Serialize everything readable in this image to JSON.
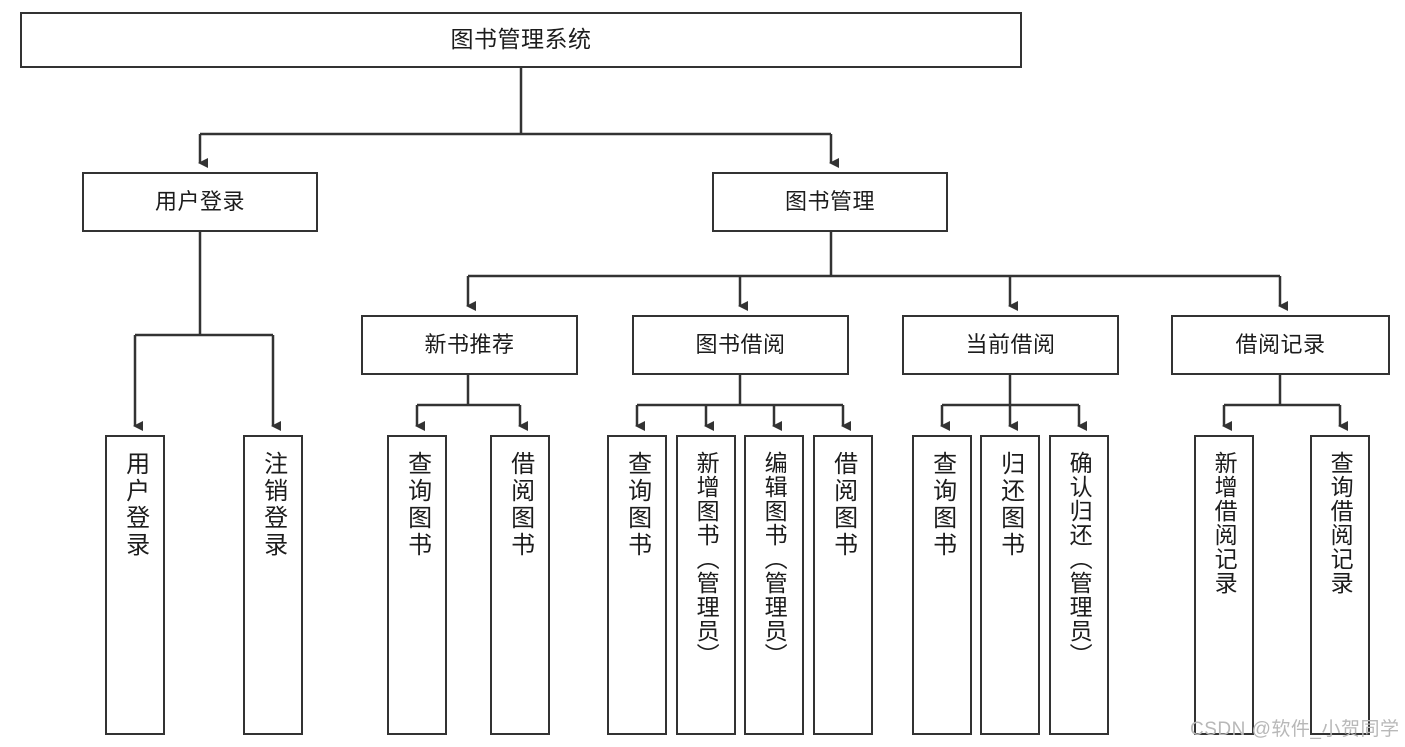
{
  "diagram": {
    "title": "图书管理系统",
    "type": "tree-hierarchy-chart",
    "background_color": "#ffffff",
    "line_color": "#333333",
    "text_color": "#1c1c1c",
    "root": {
      "label": "图书管理系统"
    },
    "level2": [
      {
        "label": "用户登录"
      },
      {
        "label": "图书管理"
      }
    ],
    "level3": [
      {
        "label": "新书推荐"
      },
      {
        "label": "图书借阅"
      },
      {
        "label": "当前借阅"
      },
      {
        "label": "借阅记录"
      }
    ],
    "leaves": {
      "user_login": [
        {
          "label": "用户登录"
        },
        {
          "label": "注销登录"
        }
      ],
      "new_book_recommend": [
        {
          "label": "查询图书"
        },
        {
          "label": "借阅图书"
        }
      ],
      "book_borrow": [
        {
          "label": "查询图书"
        },
        {
          "label": "新增图书（管理员）"
        },
        {
          "label": "编辑图书（管理员）"
        },
        {
          "label": "借阅图书"
        }
      ],
      "current_borrow": [
        {
          "label": "查询图书"
        },
        {
          "label": "归还图书"
        },
        {
          "label": "确认归还（管理员）"
        }
      ],
      "borrow_record": [
        {
          "label": "新增借阅记录"
        },
        {
          "label": "查询借阅记录"
        }
      ]
    }
  },
  "watermark": {
    "text": "CSDN @软件_小贺同学"
  }
}
